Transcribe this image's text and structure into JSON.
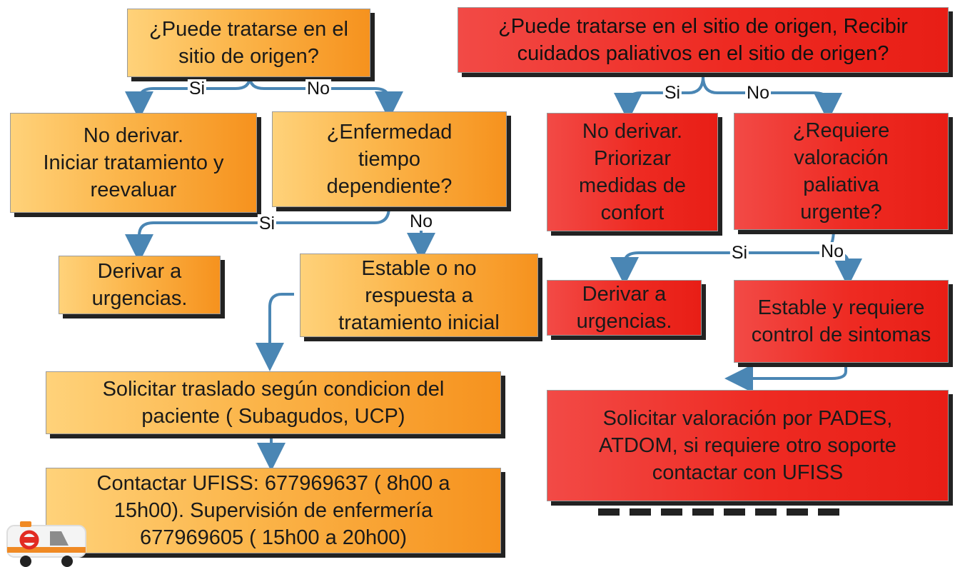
{
  "left": {
    "q1": "¿Puede tratarse en el\nsitio de origen?",
    "yes_label": "Si",
    "no_label": "No",
    "no_derivar": "No derivar.\nIniciar tratamiento y\nreevaluar",
    "q2": "¿Enfermedad\ntiempo\ndependiente?",
    "yes2_label": "Si",
    "no2_label": "No",
    "derivar": "Derivar a\nurgencias.",
    "estable": "Estable o no\nrespuesta a\ntratamiento inicial",
    "solicitar": "Solicitar traslado según condicion del\npaciente ( Subagudos, UCP)",
    "contactar": "Contactar UFISS: 677969637 ( 8h00 a\n15h00).  Supervisión de enfermería\n677969605 ( 15h00 a 20h00)"
  },
  "right": {
    "q1": "¿Puede tratarse en el sitio de origen, Recibir\ncuidados paliativos en el sitio de origen?",
    "yes_label": "Si",
    "no_label": "No",
    "no_derivar": "No derivar.\nPriorizar\nmedidas de\nconfort",
    "q2": "¿Requiere\nvaloración\npaliativa\nurgente?",
    "yes2_label": "Si",
    "no2_label": "No",
    "derivar": "Derivar a\nurgencias.",
    "estable": "Estable y requiere\ncontrol de sintomas",
    "solicitar": "Solicitar valoración por PADES,\nATDOM, si requiere otro soporte\ncontactar con UFISS"
  },
  "colors": {
    "orange": "#f6921e",
    "red": "#e81e16",
    "connector": "#4a86b4"
  }
}
